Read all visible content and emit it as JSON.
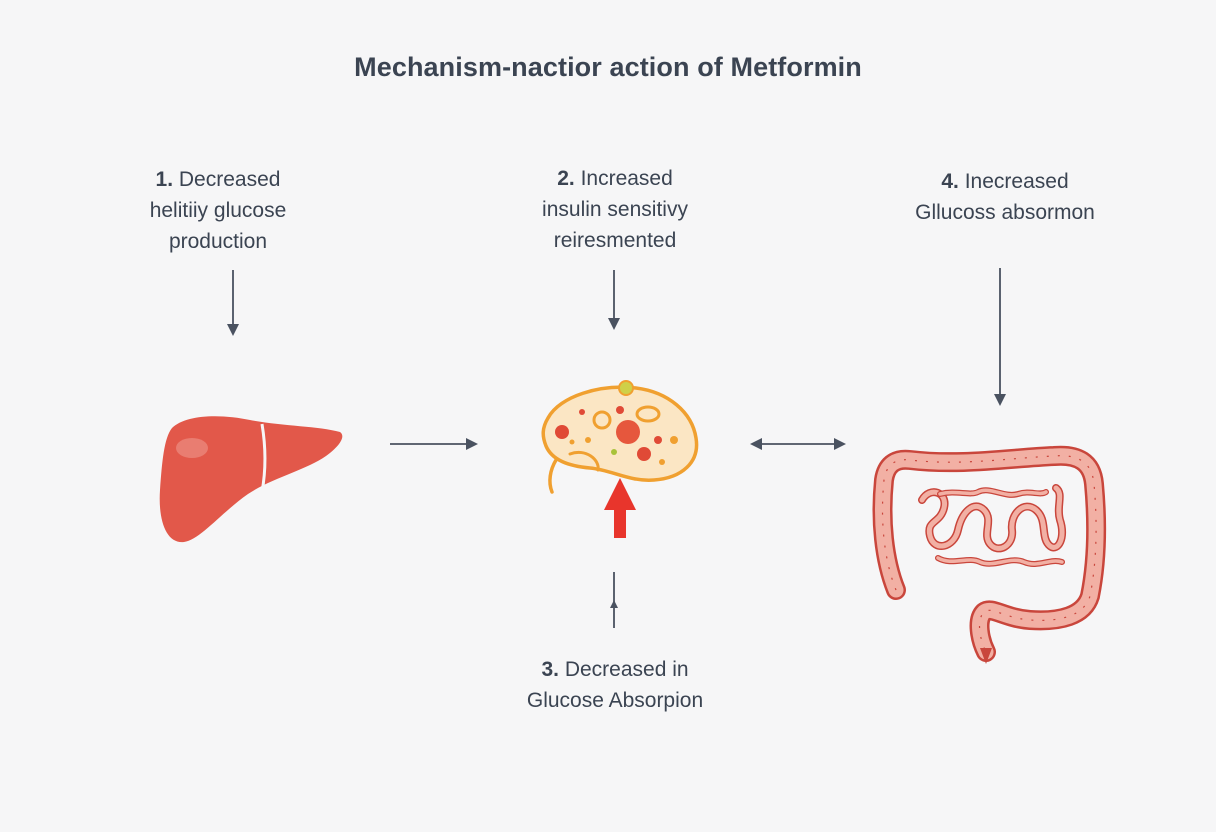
{
  "title": "Mechanism-nactior action of Metformin",
  "labels": {
    "step1": {
      "number": "1.",
      "line1": "Decreased",
      "line2": "helitiiy glucose",
      "line3": "production"
    },
    "step2": {
      "number": "2.",
      "line1": "Increased",
      "line2": "insulin sensitivy",
      "line3": "reiresmented"
    },
    "step3": {
      "number": "3.",
      "line1": "Decreased in",
      "line2": "Glucose Absorpion"
    },
    "step4": {
      "number": "4.",
      "line1": "Inecreased",
      "line2": "Gllucoss absormon"
    }
  },
  "icons": {
    "liver": "liver-icon",
    "muscle": "muscle-cell-icon",
    "intestine": "intestine-icon",
    "up_arrow": "red-up-arrow-icon"
  },
  "colors": {
    "background": "#f6f6f7",
    "text": "#3b4452",
    "arrow": "#4a5260",
    "liver": "#e2584a",
    "muscle_outline": "#f0a030",
    "muscle_fill": "#fbe6c4",
    "highlight_arrow": "#e8352c",
    "intestine_fill": "#f2b0a4",
    "intestine_outline": "#c9463c"
  }
}
